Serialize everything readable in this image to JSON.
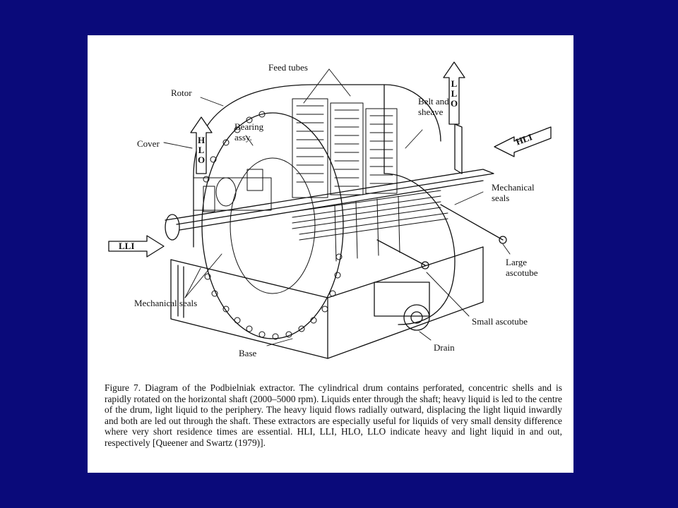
{
  "labels": {
    "feed_tubes": "Feed tubes",
    "rotor": "Rotor",
    "bearing_assy": "Bearing assy.",
    "cover": "Cover",
    "belt_and_sheave": "Belt and sheave",
    "mechanical_seals_right": "Mechanical seals",
    "large_ascotube": "Large ascotube",
    "mechanical_seals_left": "Mechanical seals",
    "small_ascotube": "Small ascotube",
    "drain": "Drain",
    "base": "Base"
  },
  "arrows": {
    "hlo": "HLO",
    "llo": "LLO",
    "hli": "HLI",
    "lli": "LLI"
  },
  "caption": "Figure 7.  Diagram of the Podbielniak extractor. The cylindrical drum contains perforated, concentric shells and is rapidly rotated on the horizontal shaft (2000–5000 rpm). Liquids enter through the shaft; heavy liquid is led to the centre of the drum, light liquid to the periphery. The heavy liquid flows radially outward, displacing the light liquid inwardly and both are led out through the shaft. These extractors are especially useful for liquids of very small density difference where very short residence times are essential. HLI, LLI, HLO, LLO indicate heavy and light liquid in and out, respectively [Queener and Swartz (1979)]."
}
